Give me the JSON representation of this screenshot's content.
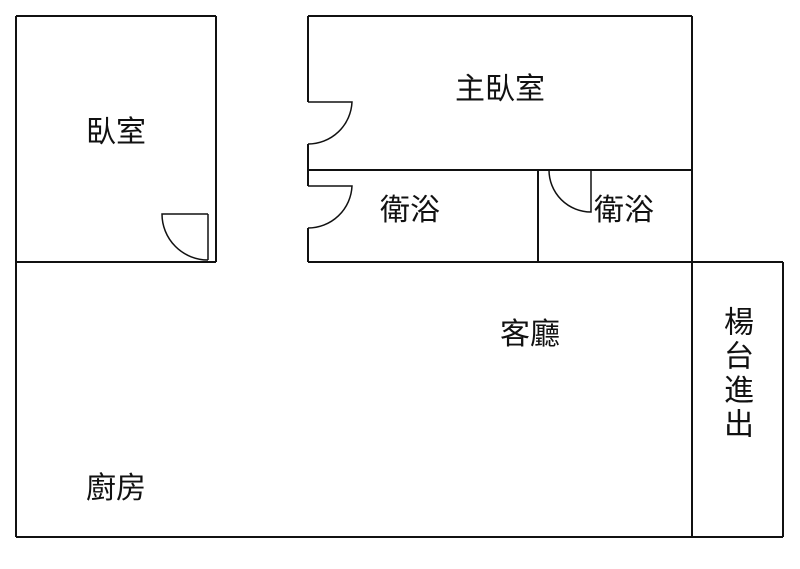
{
  "rooms": {
    "bedroom": "臥室",
    "master_bedroom": "主臥室",
    "bathroom_left": "衛浴",
    "bathroom_right": "衛浴",
    "living_room": "客廳",
    "balcony_entry": "楊台進出",
    "kitchen": "廚房"
  },
  "colors": {
    "wall": "#111111",
    "background": "#ffffff"
  }
}
